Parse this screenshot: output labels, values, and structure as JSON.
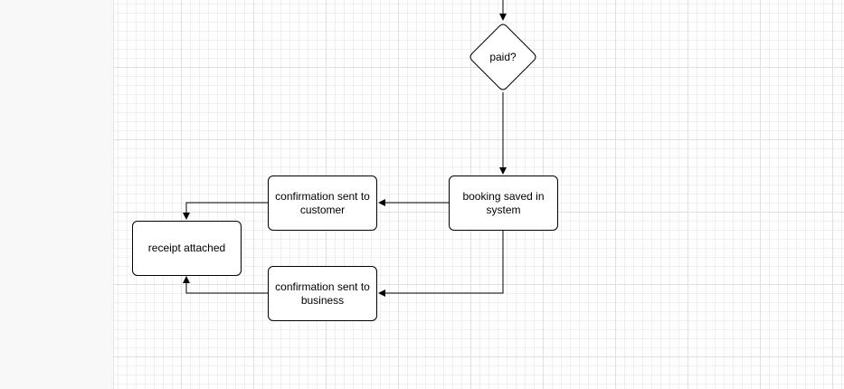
{
  "diagram": {
    "nodes": {
      "paid": {
        "label": "paid?",
        "shape": "diamond"
      },
      "booking_saved": {
        "label": "booking saved in system",
        "shape": "rounded-rectangle"
      },
      "confirmation_customer": {
        "label": "confirmation sent to customer",
        "shape": "rounded-rectangle"
      },
      "confirmation_business": {
        "label": "confirmation sent to business",
        "shape": "rounded-rectangle"
      },
      "receipt_attached": {
        "label": "receipt attached",
        "shape": "rounded-rectangle"
      }
    },
    "edges": [
      {
        "from": "above",
        "to": "paid"
      },
      {
        "from": "paid",
        "to": "booking_saved"
      },
      {
        "from": "booking_saved",
        "to": "confirmation_customer"
      },
      {
        "from": "booking_saved",
        "to": "confirmation_business"
      },
      {
        "from": "confirmation_customer",
        "to": "receipt_attached"
      },
      {
        "from": "confirmation_business",
        "to": "receipt_attached"
      }
    ]
  },
  "colors": {
    "stroke": "#000000",
    "fill": "#ffffff",
    "canvas": "#ffffff",
    "grid": "#e0e0e0",
    "panel": "#f8f8f8"
  }
}
